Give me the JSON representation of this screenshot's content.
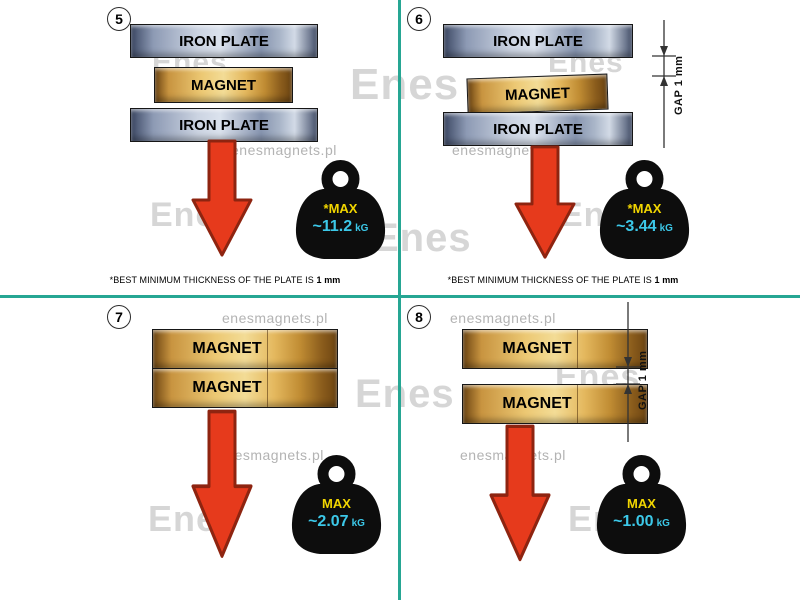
{
  "watermark": {
    "url": "enesmagnets.pl",
    "logo": "Enes"
  },
  "colors": {
    "divider": "#26a693",
    "arrow": "#e63a1c",
    "arrow_outline": "#8e2410",
    "max_yellow": "#f2d600",
    "value_cyan": "#3cc8e8",
    "kettlebell": "#0d0d0d"
  },
  "panels": [
    {
      "number": "5",
      "layers": [
        "IRON PLATE",
        "MAGNET",
        "IRON PLATE"
      ],
      "weight": {
        "max": "*MAX",
        "value": "~11.2",
        "unit": "kG"
      },
      "footnote": {
        "text": "*BEST MINIMUM THICKNESS OF THE PLATE IS",
        "bold": "1 mm"
      }
    },
    {
      "number": "6",
      "layers": [
        "IRON PLATE",
        "MAGNET",
        "IRON PLATE"
      ],
      "gap_label": "GAP 1 mm",
      "weight": {
        "max": "*MAX",
        "value": "~3.44",
        "unit": "kG"
      },
      "footnote": {
        "text": "*BEST MINIMUM THICKNESS OF THE PLATE IS",
        "bold": "1 mm"
      }
    },
    {
      "number": "7",
      "layers": [
        "MAGNET",
        "MAGNET"
      ],
      "weight": {
        "max": "MAX",
        "value": "~2.07",
        "unit": "kG"
      }
    },
    {
      "number": "8",
      "layers": [
        "MAGNET",
        "MAGNET"
      ],
      "gap_label": "GAP 1 mm",
      "weight": {
        "max": "MAX",
        "value": "~1.00",
        "unit": "kG"
      }
    }
  ]
}
